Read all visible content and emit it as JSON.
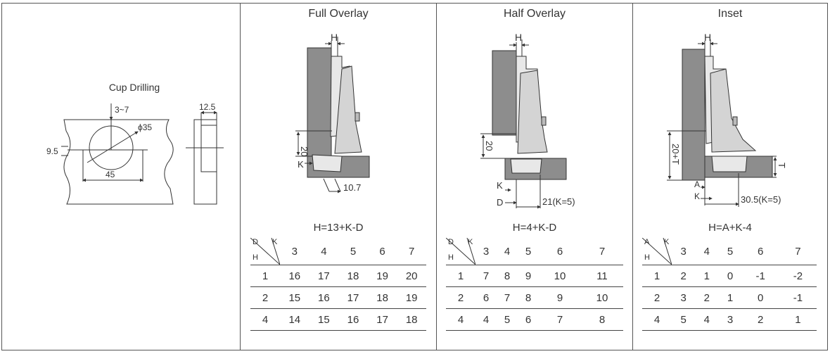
{
  "cup": {
    "title": "Cup Drilling",
    "labels": {
      "distance": "3~7",
      "diameter": "ϕ35",
      "offset": "9.5",
      "spacing": "45",
      "depth": "12.5"
    }
  },
  "panels": [
    {
      "title": "Full Overlay",
      "dim_h": "H",
      "dim_k": "K",
      "dim_v": "20",
      "dim_a": "10.7",
      "formula": "H=13+K-D",
      "corner": {
        "top_left": "D",
        "top_right": "K",
        "bottom_left": "H"
      },
      "k_values": [
        "3",
        "4",
        "5",
        "6",
        "7"
      ],
      "rows": [
        {
          "h": "1",
          "values": [
            "16",
            "17",
            "18",
            "19",
            "20"
          ]
        },
        {
          "h": "2",
          "values": [
            "15",
            "16",
            "17",
            "18",
            "19"
          ]
        },
        {
          "h": "4",
          "values": [
            "14",
            "15",
            "16",
            "17",
            "18"
          ]
        }
      ]
    },
    {
      "title": "Half Overlay",
      "dim_h": "H",
      "dim_k": "K",
      "dim_d": "D",
      "dim_v": "20",
      "dim_a": "21(K=5)",
      "formula": "H=4+K-D",
      "corner": {
        "top_left": "D",
        "top_right": "K",
        "bottom_left": "H"
      },
      "k_values": [
        "3",
        "4",
        "5",
        "6",
        "7"
      ],
      "rows": [
        {
          "h": "1",
          "values": [
            "7",
            "8",
            "9",
            "10",
            "11"
          ]
        },
        {
          "h": "2",
          "values": [
            "6",
            "7",
            "8",
            "9",
            "10"
          ]
        },
        {
          "h": "4",
          "values": [
            "4",
            "5",
            "6",
            "7",
            "8"
          ]
        }
      ]
    },
    {
      "title": "Inset",
      "dim_h": "H",
      "dim_k": "K",
      "dim_a2": "A",
      "dim_t": "T",
      "dim_v": "20+T",
      "dim_a": "30.5(K=5)",
      "formula": "H=A+K-4",
      "corner": {
        "top_left": "A",
        "top_right": "K",
        "bottom_left": "H"
      },
      "k_values": [
        "3",
        "4",
        "5",
        "6",
        "7"
      ],
      "rows": [
        {
          "h": "1",
          "values": [
            "2",
            "1",
            "0",
            "-1",
            "-2"
          ]
        },
        {
          "h": "2",
          "values": [
            "3",
            "2",
            "1",
            "0",
            "-1"
          ]
        },
        {
          "h": "4",
          "values": [
            "5",
            "4",
            "3",
            "2",
            "1"
          ]
        }
      ]
    }
  ]
}
